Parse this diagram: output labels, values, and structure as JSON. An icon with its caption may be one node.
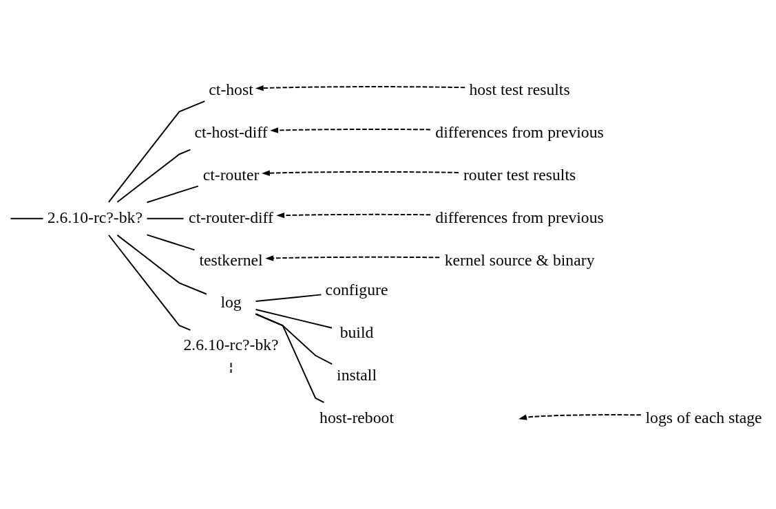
{
  "diagram": {
    "nodes": [
      {
        "text": [
          "2.6.10-rc?-bk?"
        ]
      },
      {
        "text": [
          "ct-host"
        ]
      },
      {
        "text": [
          "ct-host-diff"
        ]
      },
      {
        "text": [
          "ct-router"
        ]
      },
      {
        "text": [
          "ct-router-diff"
        ]
      },
      {
        "text": [
          "testkernel"
        ]
      },
      {
        "text": [
          "log"
        ]
      },
      {
        "text": [
          "configure"
        ]
      },
      {
        "text": [
          "build"
        ]
      },
      {
        "text": [
          "install"
        ]
      },
      {
        "text": [
          "host-reboot"
        ]
      },
      {
        "text": [
          "2.6.10-rc?-bk?"
        ]
      },
      {
        "text": [
          "host test results"
        ]
      },
      {
        "text": [
          "differences from previous"
        ]
      },
      {
        "text": [
          "router test results"
        ]
      },
      {
        "text": [
          "differences from previous"
        ]
      },
      {
        "text": [
          "kernel source & binary"
        ]
      },
      {
        "text": [
          "logs of each stage"
        ]
      }
    ],
    "edges": [
      {
        "from": null,
        "to": 0,
        "arrow": "none"
      },
      {
        "from": 0,
        "to": 1,
        "arrow": "none"
      },
      {
        "from": 0,
        "to": 2,
        "arrow": "none"
      },
      {
        "from": 0,
        "to": 3,
        "arrow": "none"
      },
      {
        "from": 0,
        "to": 4,
        "arrow": "none"
      },
      {
        "from": 0,
        "to": 5,
        "arrow": "none"
      },
      {
        "from": 0,
        "to": 6,
        "arrow": "none"
      },
      {
        "from": 6,
        "to": 7,
        "arrow": "none"
      },
      {
        "from": 6,
        "to": 8,
        "arrow": "none"
      },
      {
        "from": 6,
        "to": 9,
        "arrow": "none"
      },
      {
        "from": 6,
        "to": 10,
        "arrow": "none"
      },
      {
        "from": 0,
        "to": 11,
        "arrow": "none"
      },
      {
        "from": 11,
        "to": null,
        "arrow": "none",
        "style": "dashed"
      },
      {
        "from": 12,
        "to": 1,
        "arrow": "to",
        "style": "dashed"
      },
      {
        "from": 13,
        "to": 2,
        "arrow": "to",
        "style": "dashed"
      },
      {
        "from": 14,
        "to": 3,
        "arrow": "to",
        "style": "dashed"
      },
      {
        "from": 15,
        "to": 4,
        "arrow": "to",
        "style": "dashed"
      },
      {
        "from": 16,
        "to": 5,
        "arrow": "to",
        "style": "dashed"
      },
      {
        "from": 17,
        "to": null,
        "arrow": "to",
        "style": "dashed"
      }
    ]
  }
}
